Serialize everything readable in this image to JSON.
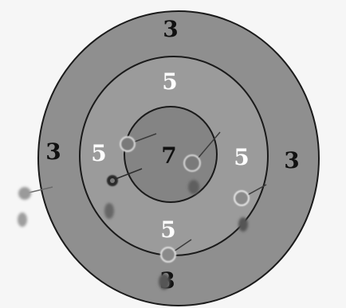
{
  "target": {
    "colors": {
      "outer_ring": "#8f8f8f",
      "middle_ring": "#9a9a9a",
      "bull": "#858585",
      "ring_line": "#1a1a1a",
      "dart": "#6f6f6f",
      "dart_highlight": "#cfcfcf",
      "background": "#f6f6f6"
    },
    "labels": {
      "outer_top": "3",
      "outer_left": "3",
      "outer_right": "3",
      "outer_bottom": "3",
      "middle_top": "5",
      "middle_left": "5",
      "middle_right": "5",
      "middle_bottom": "5",
      "center": "7"
    }
  }
}
